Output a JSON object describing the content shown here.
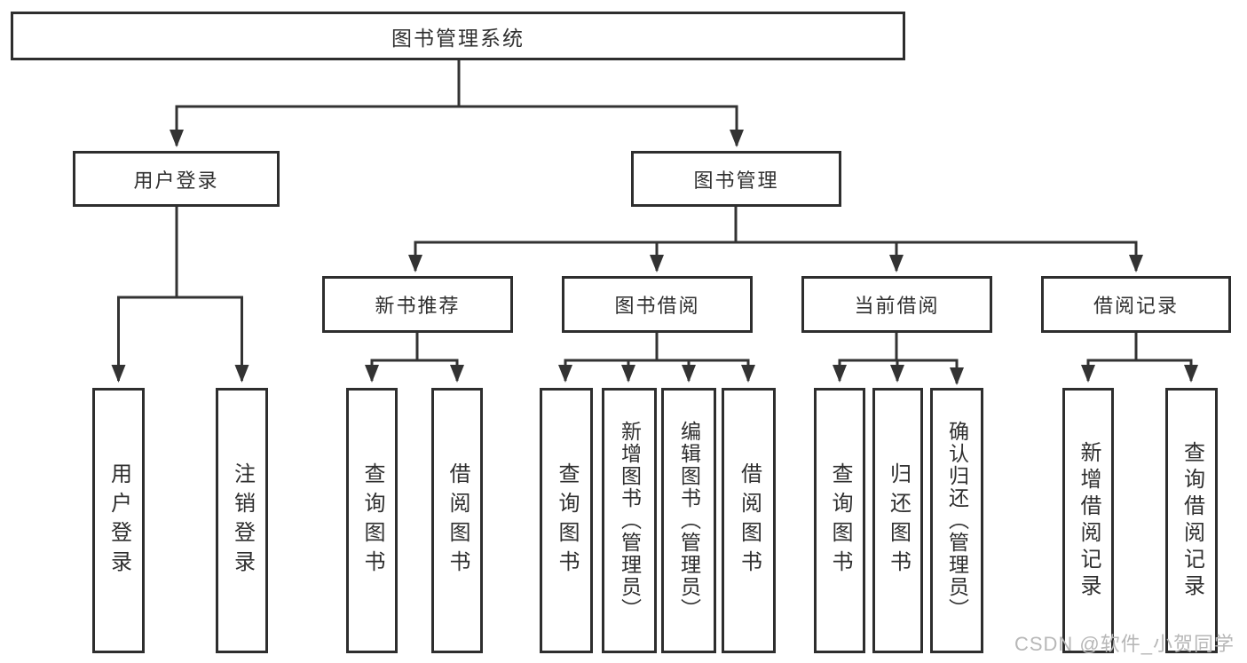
{
  "diagram": {
    "root": {
      "label": "图书管理系统"
    },
    "level2": [
      {
        "label": "用户登录"
      },
      {
        "label": "图书管理"
      }
    ],
    "level3": [
      {
        "label": "新书推荐"
      },
      {
        "label": "图书借阅"
      },
      {
        "label": "当前借阅"
      },
      {
        "label": "借阅记录"
      }
    ],
    "leaves": {
      "user_login": [
        "用户登录",
        "注销登录"
      ],
      "new_book": [
        "查询图书",
        "借阅图书"
      ],
      "book_borrow": [
        "查询图书",
        "新增图书（管理员）",
        "编辑图书（管理员）",
        "借阅图书"
      ],
      "current": [
        "查询图书",
        "归还图书",
        "确认归还（管理员）"
      ],
      "records": [
        "新增借阅记录",
        "查询借阅记录"
      ]
    }
  },
  "watermark": "CSDN @软件_小贺同学",
  "colors": {
    "line": "#333333",
    "text": "#2f2f2f",
    "watermark": "#b7b7b7",
    "background": "#ffffff"
  }
}
